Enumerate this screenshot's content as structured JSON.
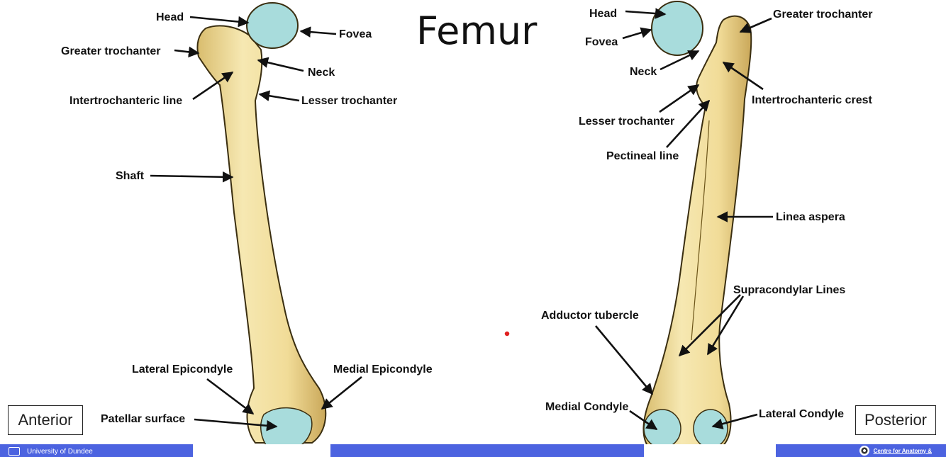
{
  "title": "Femur",
  "views": {
    "anterior": "Anterior",
    "posterior": "Posterior"
  },
  "anterior_labels": {
    "head": "Head",
    "fovea": "Fovea",
    "greater_trochanter": "Greater trochanter",
    "neck": "Neck",
    "intertrochanteric_line": "Intertrochanteric line",
    "lesser_trochanter": "Lesser trochanter",
    "shaft": "Shaft",
    "lateral_epicondyle": "Lateral Epicondyle",
    "medial_epicondyle": "Medial Epicondyle",
    "patellar_surface": "Patellar surface"
  },
  "posterior_labels": {
    "head": "Head",
    "fovea": "Fovea",
    "greater_trochanter": "Greater trochanter",
    "neck": "Neck",
    "intertrochanteric_crest": "Intertrochanteric crest",
    "lesser_trochanter": "Lesser trochanter",
    "pectineal_line": "Pectineal line",
    "linea_aspera": "Linea aspera",
    "supracondylar_lines": "Supracondylar Lines",
    "adductor_tubercle": "Adductor tubercle",
    "medial_condyle": "Medial Condyle",
    "lateral_condyle": "Lateral Condyle"
  },
  "footer": {
    "university": "University of Dundee",
    "centre": "Centre for Anatomy &"
  },
  "colors": {
    "bone": "#f3e3a4",
    "bone_shade": "#d9bd6e",
    "cartilage": "#a8dcdc",
    "footer": "#4c63e0",
    "pointer": "#e02020"
  }
}
